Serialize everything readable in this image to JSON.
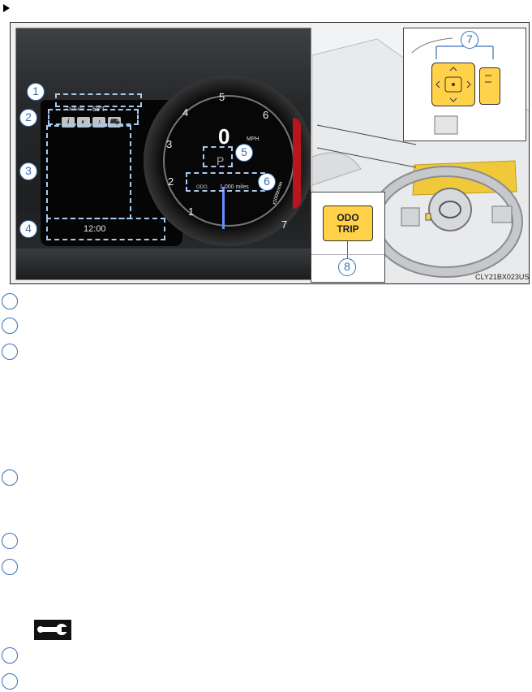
{
  "section_marker": "play-arrow-icon",
  "cluster": {
    "outside_label": "Outside",
    "outside_temp": "68°F",
    "menu_tabs": [
      "i",
      "◐",
      "♪",
      "⛟"
    ],
    "clock": "12:00",
    "gauge_ticks": [
      "1",
      "2",
      "3",
      "4",
      "5",
      "6",
      "7"
    ],
    "speed_value": "0",
    "speed_unit": "MPH",
    "gear": "P",
    "odo_label": "ODO",
    "odo_value": "1,000 miles",
    "redzone_label": "x1000r/min"
  },
  "callouts": [
    "1",
    "2",
    "3",
    "4",
    "5",
    "6",
    "7",
    "8"
  ],
  "odo_button": {
    "line1": "ODO",
    "line2": "TRIP"
  },
  "figure_code": "CLY21BX023US",
  "accent_blue": "#3a6fb5",
  "highlight_yellow": "#ffd24a",
  "wrench_icon": "wrench-icon"
}
